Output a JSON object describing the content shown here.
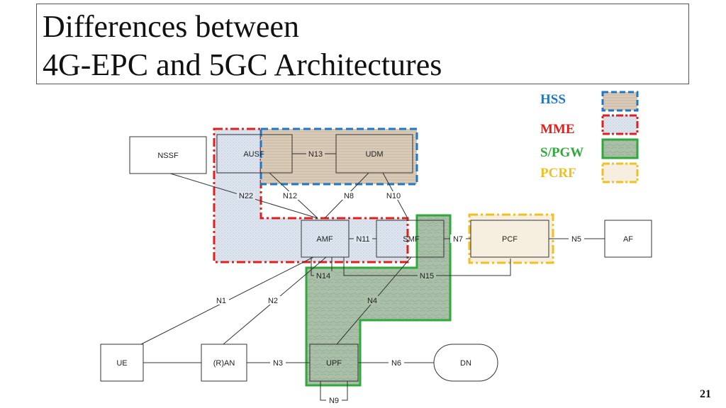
{
  "title": {
    "line1": "Differences between",
    "line2": "4G-EPC and 5GC Architectures"
  },
  "page_number": "21",
  "legend": [
    {
      "label": "HSS",
      "color": "#1f77c6"
    },
    {
      "label": "MME",
      "color": "#e0201d"
    },
    {
      "label": "S/PGW",
      "color": "#2eaa3a"
    },
    {
      "label": "PCRF",
      "color": "#f0c020"
    }
  ],
  "nodes": {
    "nssf": "NSSF",
    "ausf": "AUSF",
    "udm": "UDM",
    "amf": "AMF",
    "smf": "SMF",
    "pcf": "PCF",
    "af": "AF",
    "ue": "UE",
    "ran": "(R)AN",
    "upf": "UPF",
    "dn": "DN"
  },
  "interfaces": {
    "n13": "N13",
    "n22": "N22",
    "n12": "N12",
    "n8": "N8",
    "n10": "N10",
    "n11": "N11",
    "n7": "N7",
    "n5": "N5",
    "n14": "N14",
    "n15": "N15",
    "n1": "N1",
    "n2": "N2",
    "n4": "N4",
    "n3": "N3",
    "n6": "N6",
    "n9": "N9"
  }
}
